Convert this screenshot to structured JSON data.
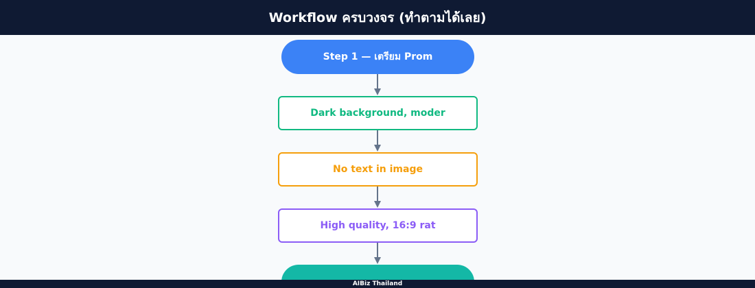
{
  "header": {
    "title": "Workflow ครบวงจร (ทำตามได้เลย)"
  },
  "nodes": [
    {
      "label": "Step 1 — เตรียม Prom",
      "color": "#3b82f6",
      "style": "pill"
    },
    {
      "label": "Dark background, moder",
      "color": "#10b981",
      "style": "box"
    },
    {
      "label": "No text in image",
      "color": "#f59e0b",
      "style": "box"
    },
    {
      "label": "High quality, 16:9 rat",
      "color": "#8b5cf6",
      "style": "box"
    },
    {
      "label": "",
      "color": "#14b8a6",
      "style": "pill"
    }
  ],
  "connector_color": "#64748b",
  "footer": {
    "brand": "AIBiz Thailand"
  }
}
